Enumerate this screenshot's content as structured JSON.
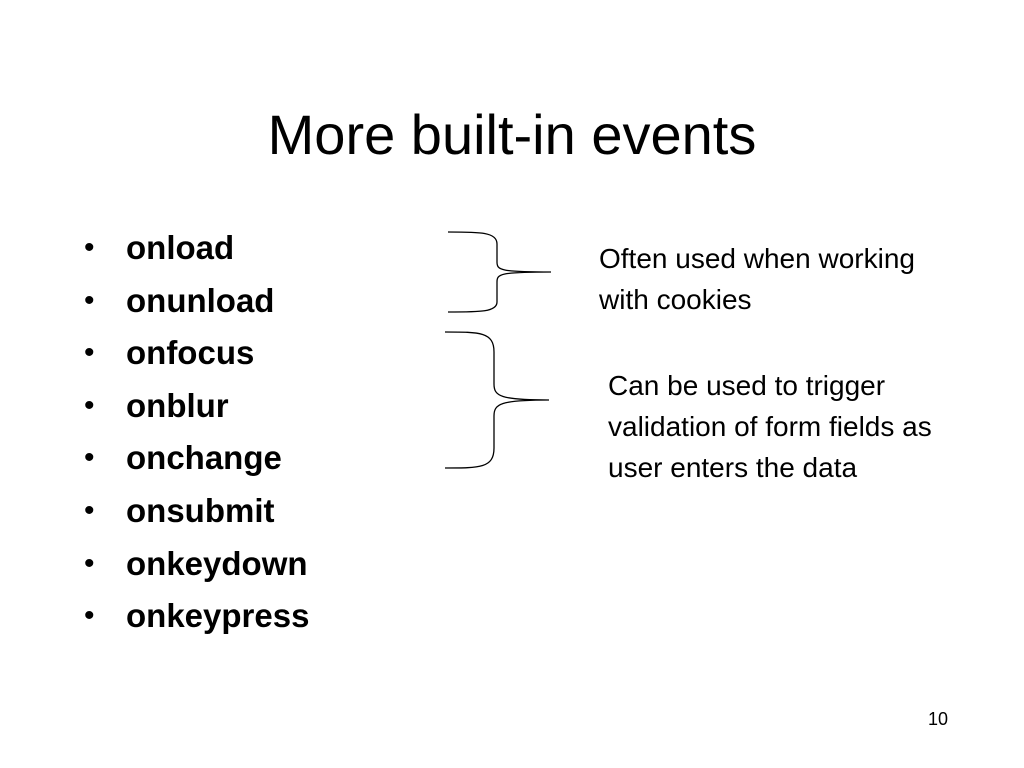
{
  "slide": {
    "title": "More built-in events",
    "bullets": [
      "onload",
      "onunload",
      "onfocus",
      "onblur",
      "onchange",
      "onsubmit",
      "onkeydown",
      "onkeypress"
    ],
    "bullet_glyph": "•",
    "annotations": [
      "Often used when working with cookies",
      "Can be used to trigger validation of form fields as user enters the data"
    ],
    "page_number": "10"
  }
}
